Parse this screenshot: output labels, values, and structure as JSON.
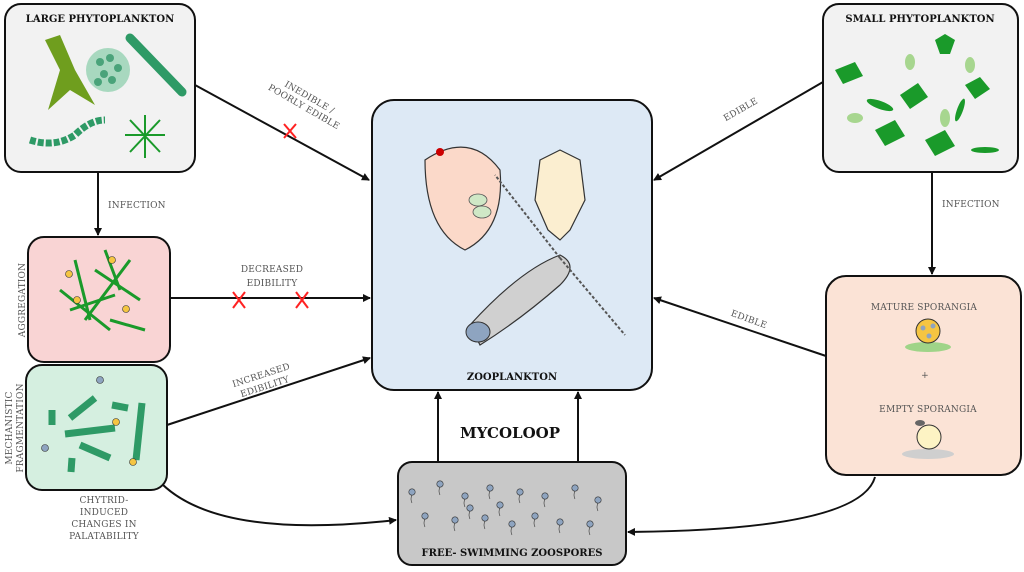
{
  "boxes": {
    "large_phytoplankton": {
      "title": "LARGE PHYTOPLANKTON",
      "color": "#f2f2f2"
    },
    "small_phytoplankton": {
      "title": "SMALL PHYTOPLANKTON",
      "color": "#f2f2f2"
    },
    "zooplankton": {
      "title": "ZOOPLANKTON",
      "color": "#dde9f5"
    },
    "aggregation": {
      "title": "AGGREGATION",
      "color": "#f9d4d4"
    },
    "fragmentation": {
      "title_line1": "MECHANISTIC",
      "title_line2": "FRAGMENTATION",
      "color": "#d5efe0"
    },
    "sporangia": {
      "mature": "MATURE SPORANGIA",
      "plus": "+",
      "empty": "EMPTY SPORANGIA",
      "color": "#fbe3d6"
    },
    "zoospores": {
      "title": "FREE- SWIMMING ZOOSPORES",
      "color": "#c8c8c8"
    }
  },
  "arrows": {
    "inedible_line1": "INEDIBLE /",
    "inedible_line2": "POORLY EDIBLE",
    "edible_small": "EDIBLE",
    "edible_sporangia": "EDIBLE",
    "infection_left": "INFECTION",
    "infection_right": "INFECTION",
    "decreased_line1": "DECREASED",
    "decreased_line2": "EDIBILITY",
    "increased_line1": "INCREASED",
    "increased_line2": "EDIBILITY"
  },
  "center_label": "MYCOLOOP",
  "palatability": [
    "CHYTRID-",
    "INDUCED",
    "CHANGES IN",
    "PALATABILITY"
  ],
  "colors": {
    "blocked": "#ff2222",
    "algae": "#1a9a2a",
    "colony": "#2e9a66"
  }
}
